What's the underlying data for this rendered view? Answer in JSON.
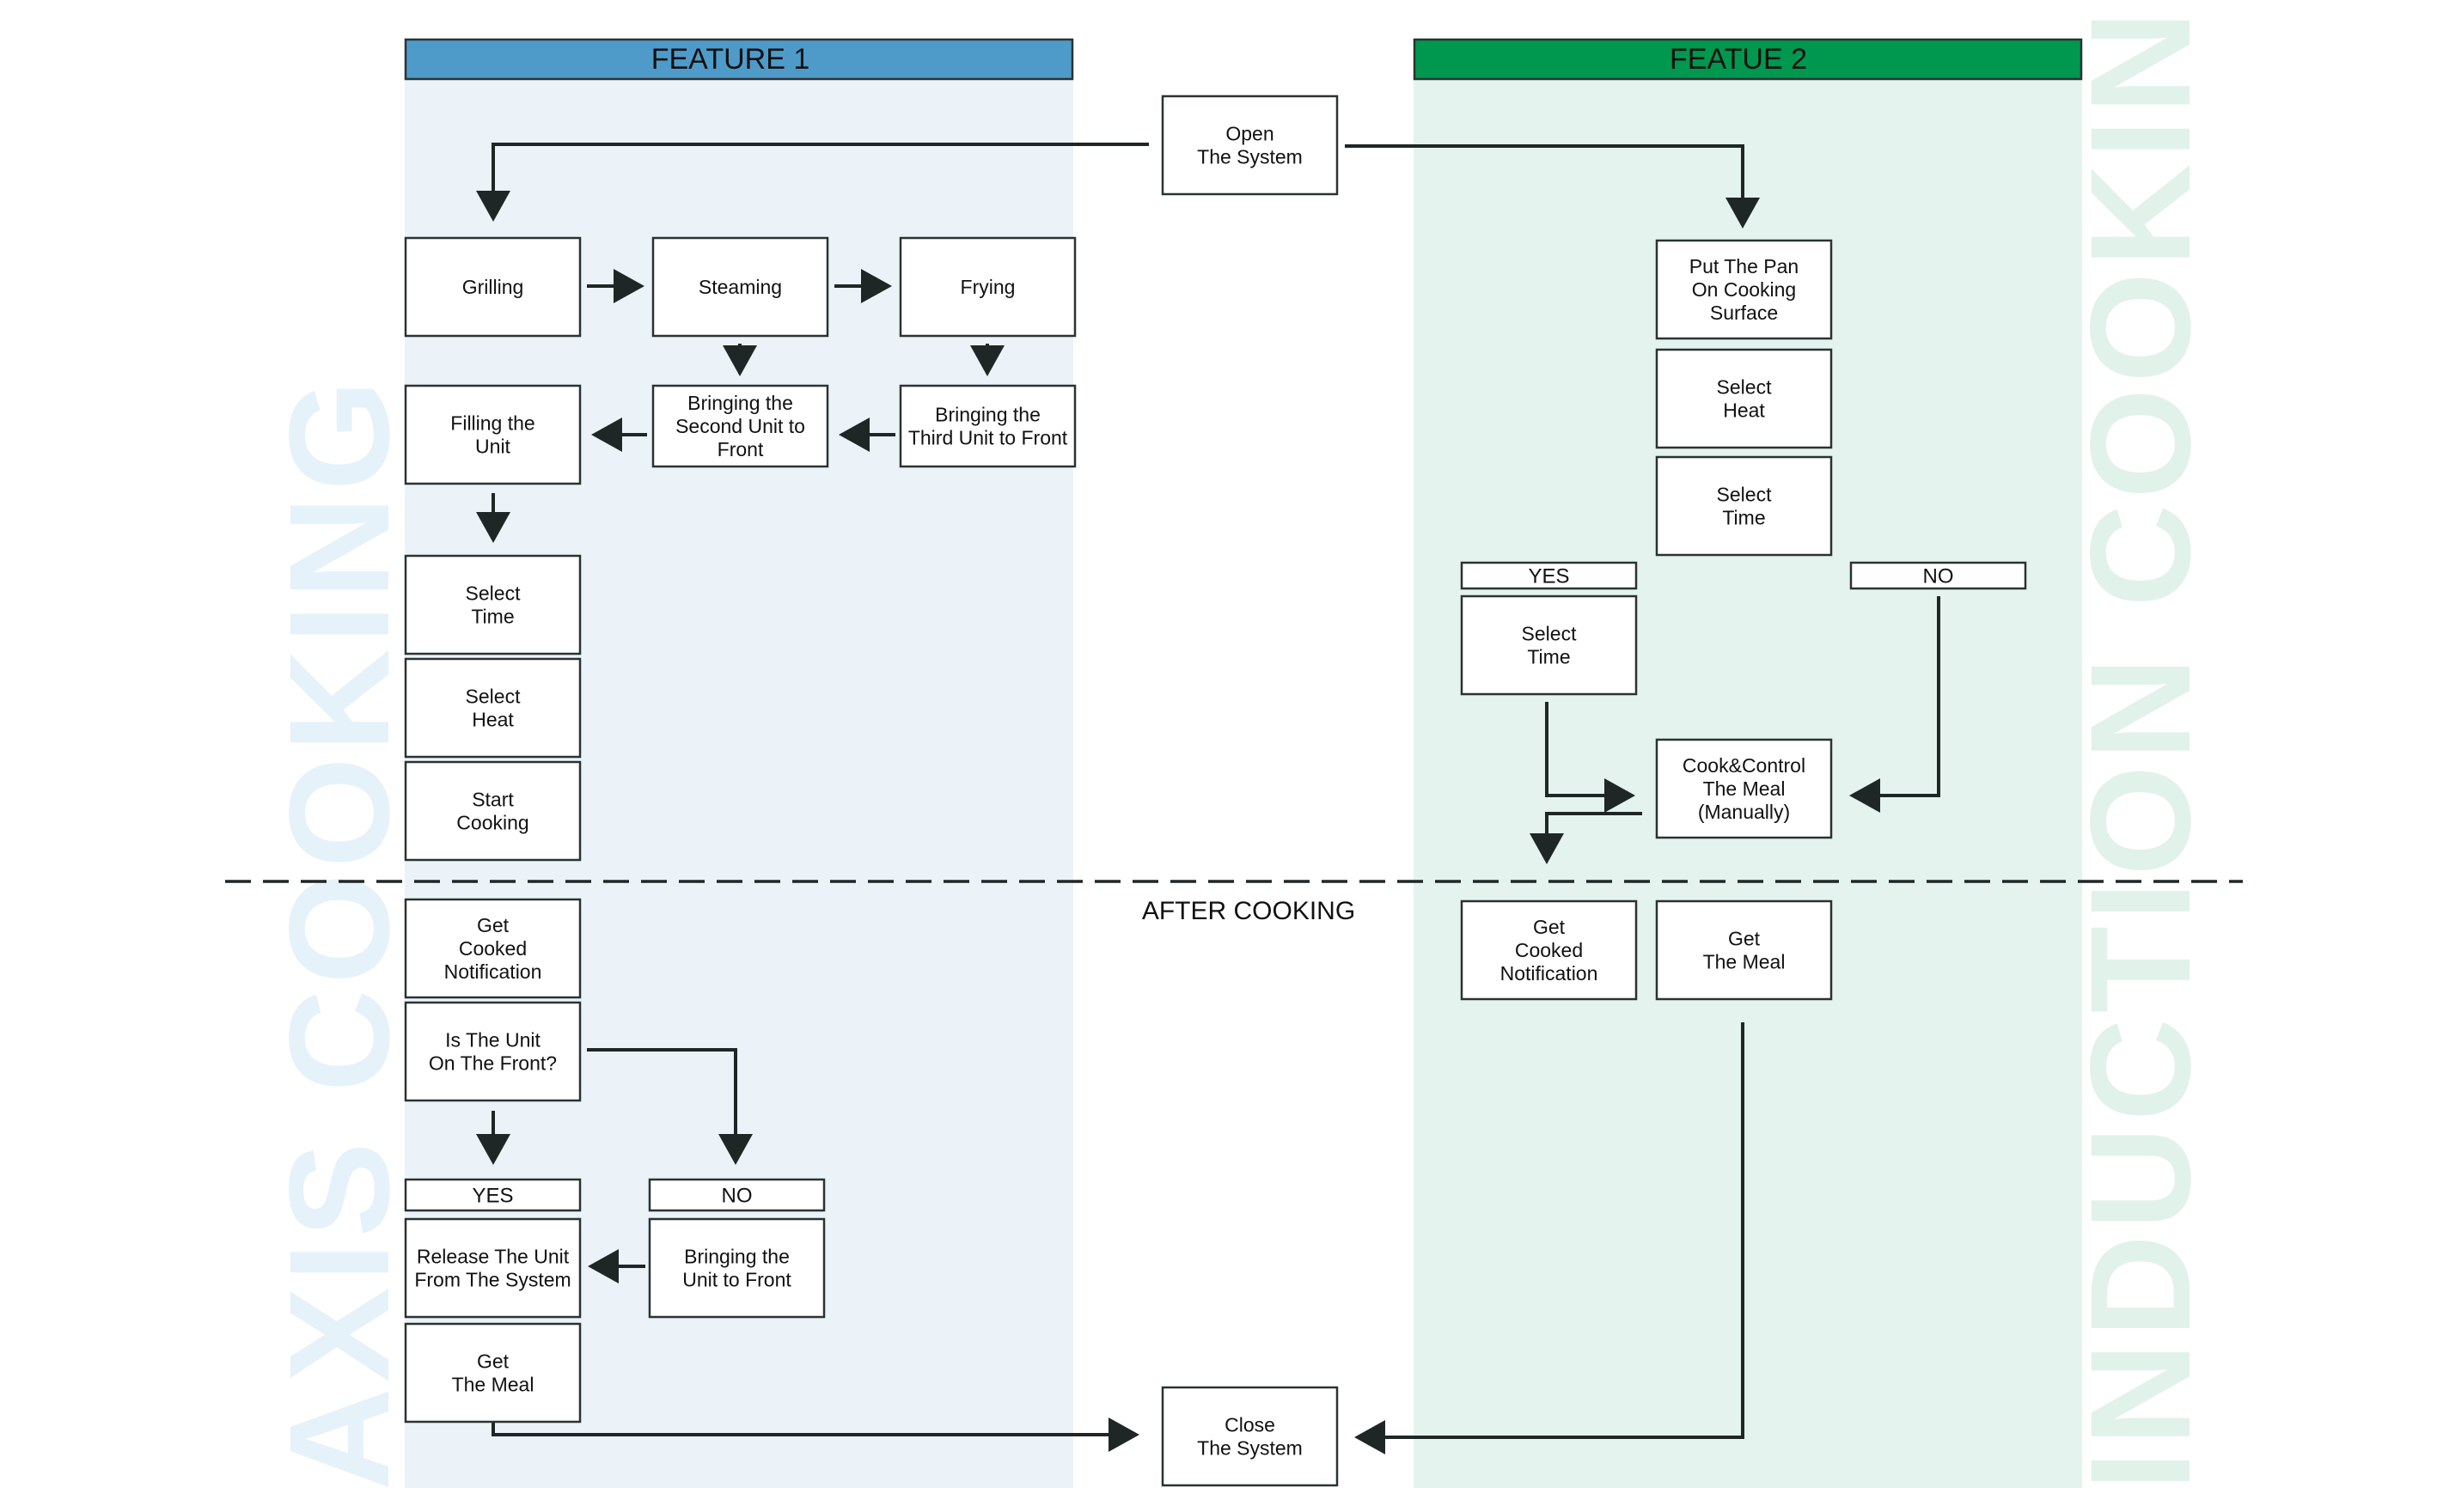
{
  "colors": {
    "feature1_header": "#4e9bca",
    "feature2_header": "#00974f",
    "feature1_bg": "#ebf3f8",
    "feature2_bg": "#e4f3ed",
    "axis_watermark": "#e6f2fa",
    "induction_watermark": "#e1f2ea",
    "box_border": "#2a3332",
    "arrow": "#1f2726"
  },
  "lanes": {
    "feature1_title": "FEATURE 1",
    "feature2_title": "FEATUE 2",
    "left_watermark": "AXIS COOKING",
    "right_watermark": "INDUCTION COOKING"
  },
  "divider_label": "AFTER COOKING",
  "nodes": {
    "open": [
      "Open",
      "The System"
    ],
    "grilling": [
      "Grilling"
    ],
    "steaming": [
      "Steaming"
    ],
    "frying": [
      "Frying"
    ],
    "filling": [
      "Filling the",
      "Unit"
    ],
    "bring_second": [
      "Bringing the",
      "Second Unit to",
      "Front"
    ],
    "bring_third": [
      "Bringing the",
      "Third Unit to Front"
    ],
    "f1_select_time": [
      "Select",
      "Time"
    ],
    "f1_select_heat": [
      "Select",
      "Heat"
    ],
    "start_cooking": [
      "Start",
      "Cooking"
    ],
    "f1_get_notification": [
      "Get",
      "Cooked",
      "Notification"
    ],
    "is_unit_front": [
      "Is The Unit",
      "On The Front?"
    ],
    "f1_yes": "YES",
    "f1_no": "NO",
    "release_unit": [
      "Release The Unit",
      "From The System"
    ],
    "bring_unit_front": [
      "Bringing the",
      "Unit to Front"
    ],
    "f1_get_meal": [
      "Get",
      "The Meal"
    ],
    "put_pan": [
      "Put The Pan",
      "On Cooking",
      "Surface"
    ],
    "f2_select_heat": [
      "Select",
      "Heat"
    ],
    "f2_select_time_a": [
      "Select",
      "Time"
    ],
    "f2_yes": "YES",
    "f2_no": "NO",
    "f2_select_time_b": [
      "Select",
      "Time"
    ],
    "cook_control": [
      "Cook&Control",
      "The Meal",
      "(Manually)"
    ],
    "f2_get_notification": [
      "Get",
      "Cooked",
      "Notification"
    ],
    "f2_get_meal": [
      "Get",
      "The Meal"
    ],
    "close": [
      "Close",
      "The System"
    ]
  }
}
